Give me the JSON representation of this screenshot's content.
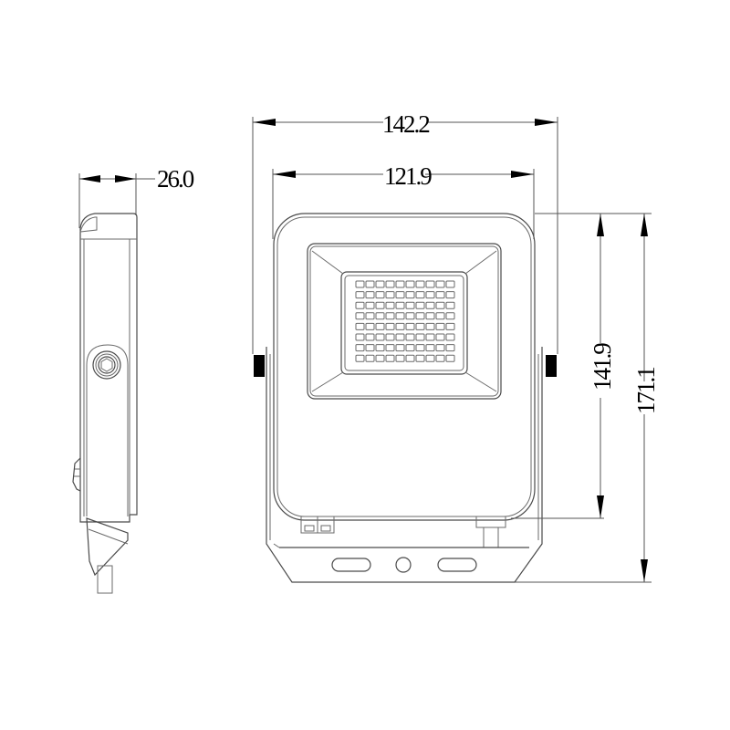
{
  "drawing": {
    "subject": "LED floodlight dimension drawing",
    "units": "mm",
    "views": [
      "side-view",
      "front-view"
    ]
  },
  "dimensions": {
    "overall_width": "142.2",
    "body_width": "121.9",
    "depth": "26.0",
    "body_height": "141.9",
    "overall_height": "171.1"
  },
  "led_array": {
    "rows": 8,
    "cols": 10
  },
  "colors": {
    "line": "#4a4a4a",
    "arrow": "#000000",
    "background": "#ffffff",
    "knob": "#000000"
  }
}
